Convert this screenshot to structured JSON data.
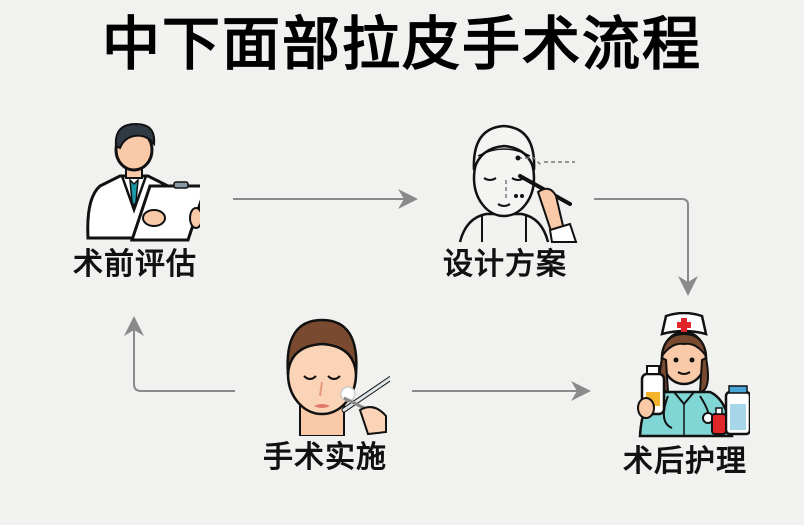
{
  "title": "中下面部拉皮手术流程",
  "colors": {
    "background": "#f1f1ef",
    "arrow": "#8a8a8a",
    "text": "#111111",
    "skin": "#f9c9a8",
    "nurse_uniform": "#7fd6d4",
    "cross_red": "#e0262b",
    "tie_teal": "#1a9aa6",
    "hair_dark": "#2f3a44",
    "hair_brown": "#7a4a30"
  },
  "steps": [
    {
      "id": "preop",
      "label": "术前评估",
      "icon": "doctor-clipboard-icon"
    },
    {
      "id": "design",
      "label": "设计方案",
      "icon": "face-marking-icon"
    },
    {
      "id": "surgery",
      "label": "手术实施",
      "icon": "face-surgery-icon"
    },
    {
      "id": "postop",
      "label": "术后护理",
      "icon": "nurse-medicine-icon"
    }
  ],
  "flow": [
    {
      "from": "术前评估",
      "to": "设计方案"
    },
    {
      "from": "设计方案",
      "to": "术后护理"
    },
    {
      "from": "手术实施",
      "to": "术后护理"
    },
    {
      "from": "手术实施",
      "to": "术前评估"
    }
  ]
}
